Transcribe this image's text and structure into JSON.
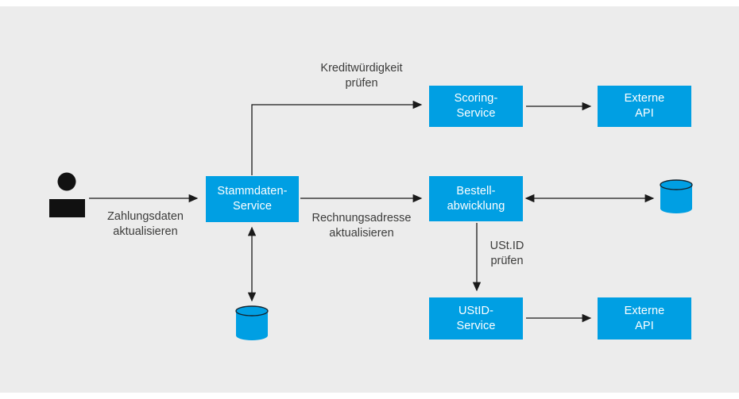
{
  "colors": {
    "background": "#ececec",
    "node_fill": "#009fe3",
    "node_text": "#ffffff",
    "label_text": "#3c3c3b",
    "line": "#1a1a1a"
  },
  "actor": {
    "label": [
      "Zahlungsdaten",
      "aktualisieren"
    ]
  },
  "nodes": {
    "stammdaten": [
      "Stammdaten-",
      "Service"
    ],
    "scoring": [
      "Scoring-",
      "Service"
    ],
    "externe_api_top": [
      "Externe",
      "API"
    ],
    "bestell": [
      "Bestell-",
      "abwicklung"
    ],
    "ustid": [
      "UStID-",
      "Service"
    ],
    "externe_api_bottom": [
      "Externe",
      "API"
    ]
  },
  "edge_labels": {
    "kreditwuerdigkeit": [
      "Kreditwürdigkeit",
      "prüfen"
    ],
    "rechnungsadresse": [
      "Rechnungsadresse",
      "aktualisieren"
    ],
    "ustid_pruefen": [
      "USt.ID",
      "prüfen"
    ]
  }
}
